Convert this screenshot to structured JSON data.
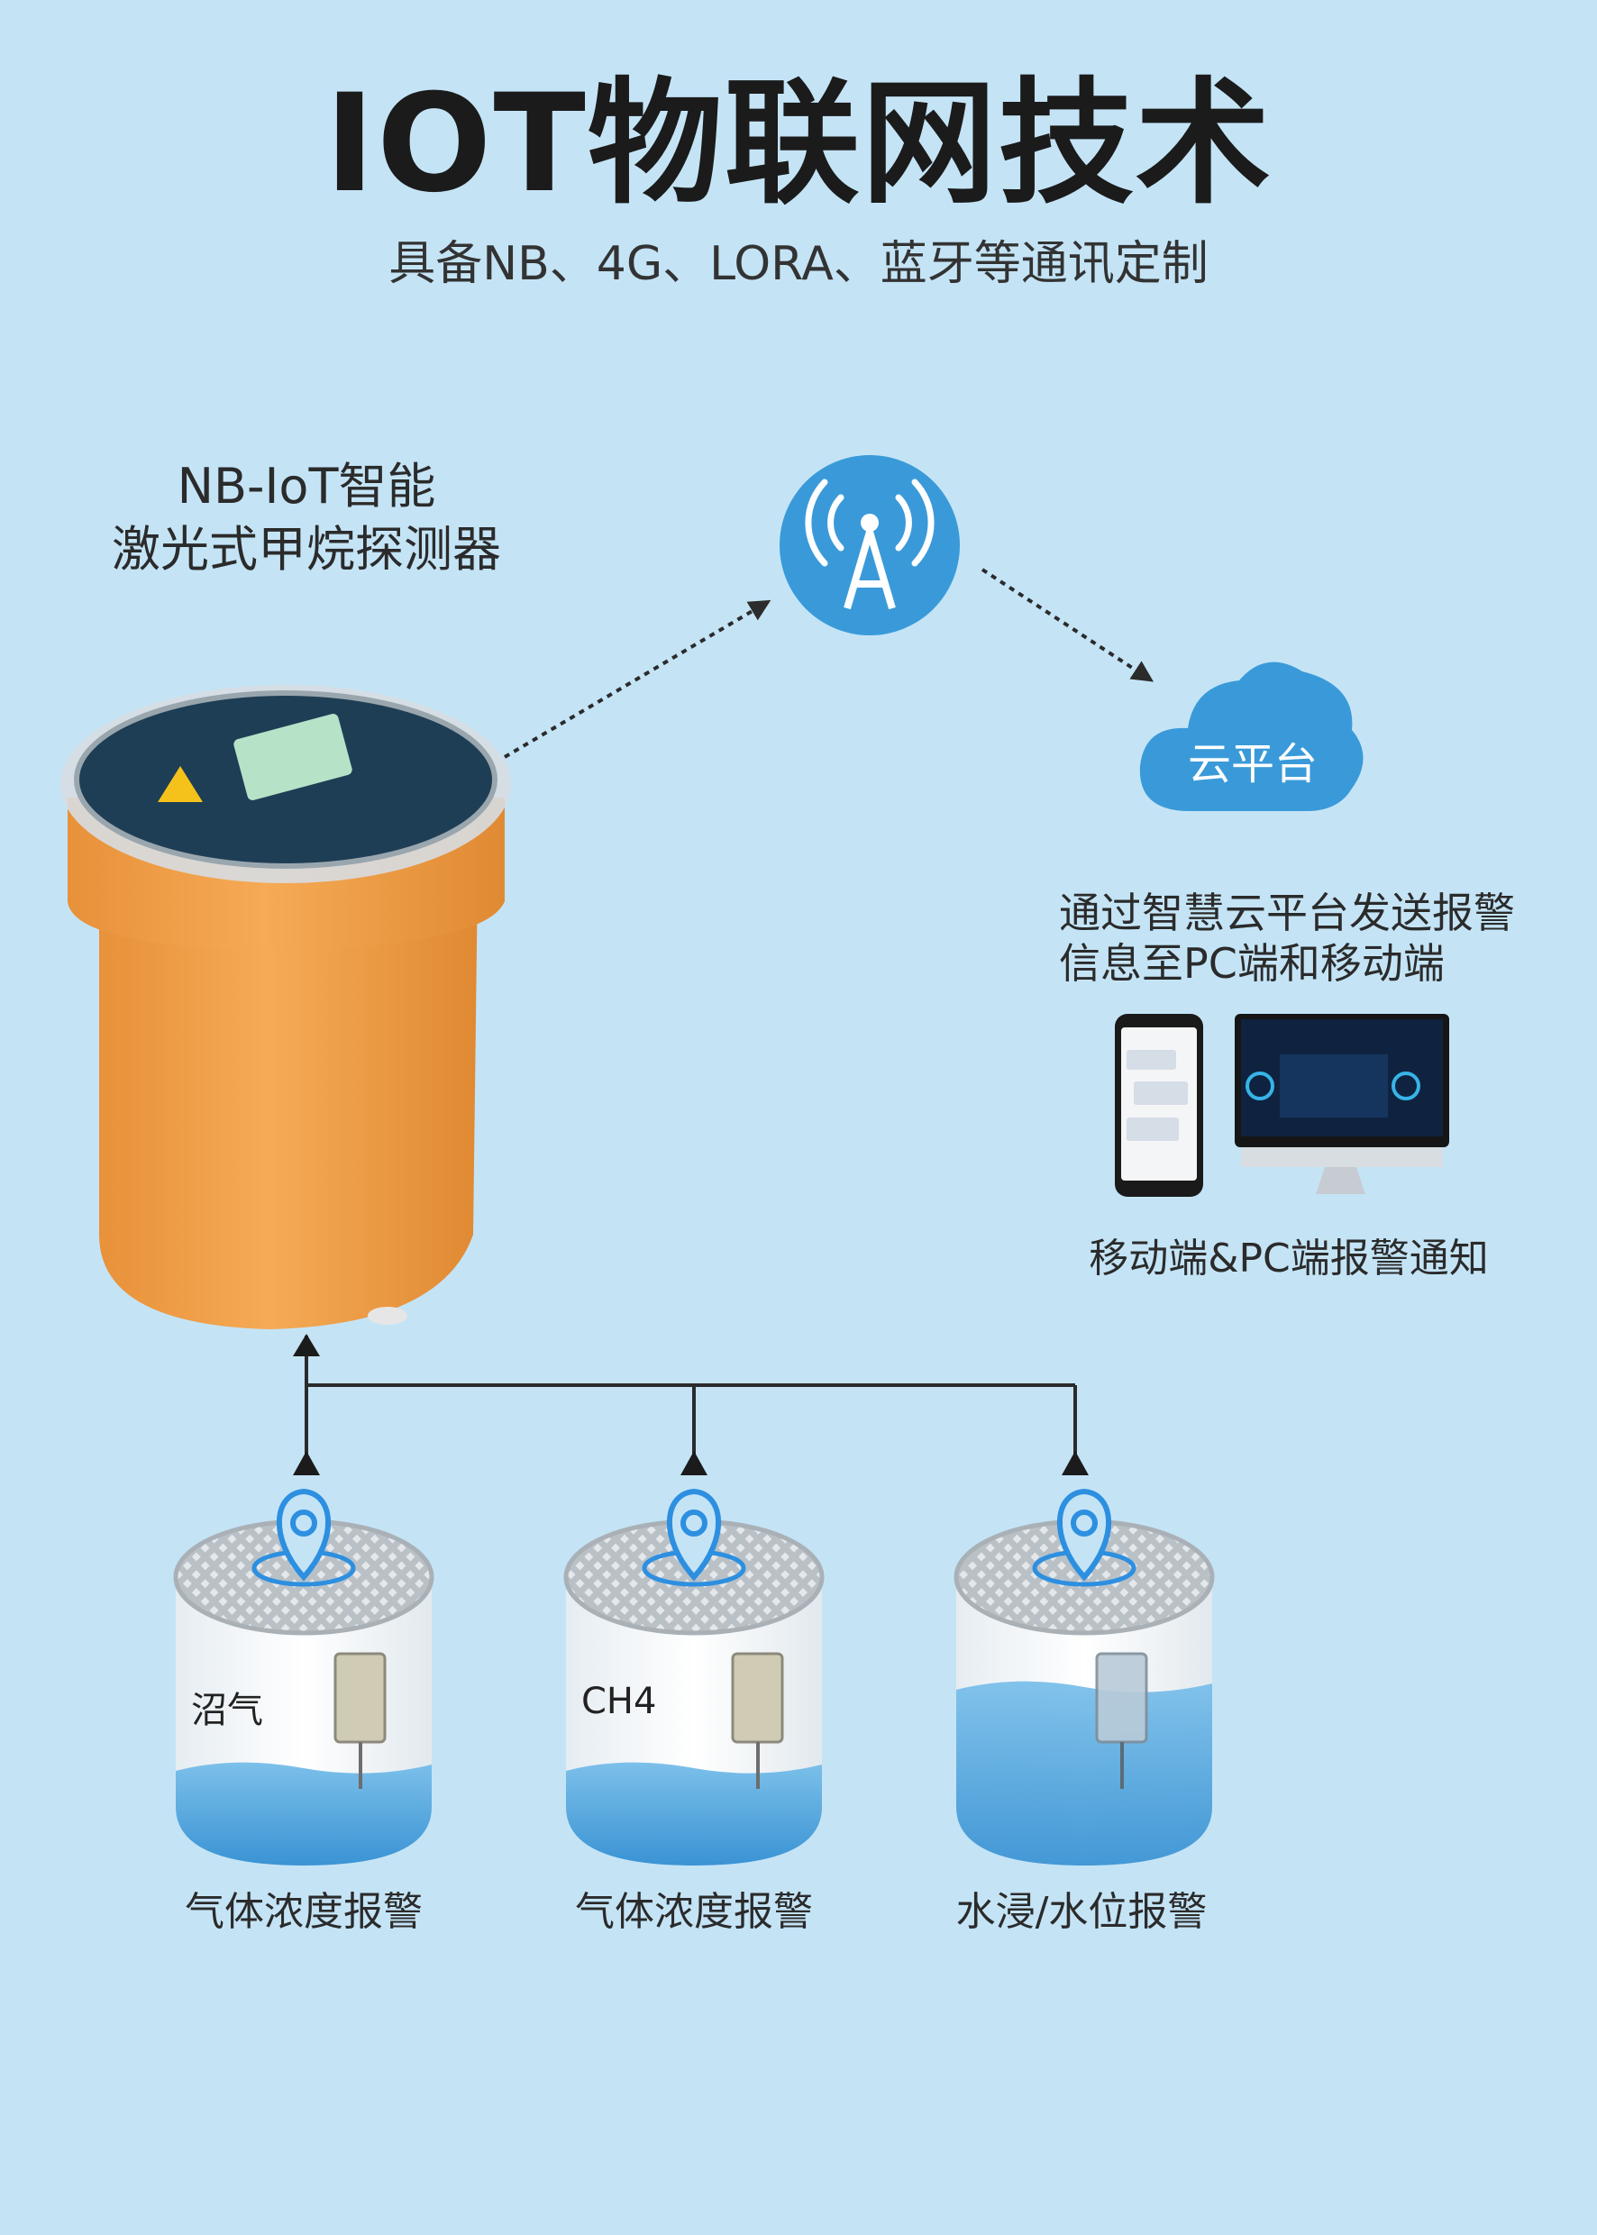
{
  "title": "IOT物联网技术",
  "subtitle": "具备NB、4G、LORA、蓝牙等通讯定制",
  "device_label": {
    "line1": "NB-IoT智能",
    "line2": "激光式甲烷探测器"
  },
  "cloud_label": "云平台",
  "alert_description": {
    "line1": "通过智慧云平台发送报警",
    "line2": "信息至PC端和移动端"
  },
  "notification_label": "移动端&PC端报警通知",
  "wells": [
    {
      "inner_label": "沼气",
      "caption": "气体浓度报警"
    },
    {
      "inner_label": "CH4",
      "caption": "气体浓度报警"
    },
    {
      "inner_label": "",
      "caption": "水浸/水位报警"
    }
  ],
  "icons": {
    "tower": "signal-tower-icon",
    "cloud": "cloud-icon",
    "location": "location-pin-icon"
  },
  "colors": {
    "background": "#c4e4f6",
    "accent_blue": "#3a9ad9",
    "device_orange": "#f2a04a",
    "water_blue": "#4fa7df"
  }
}
